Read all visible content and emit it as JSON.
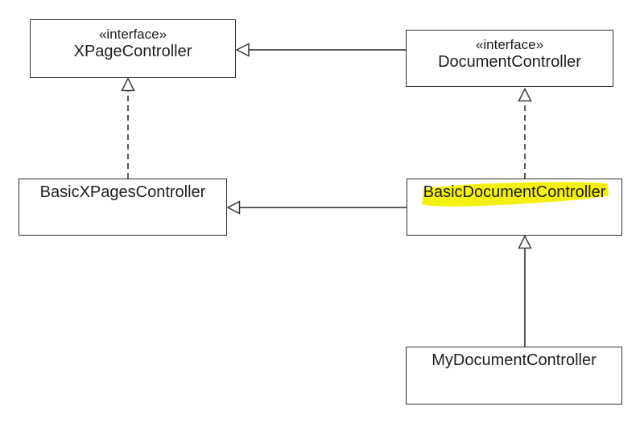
{
  "diagram": {
    "kind": "UML class diagram",
    "nodes": [
      {
        "id": "xpagecontroller",
        "stereotype": "«interface»",
        "name": "XPageController",
        "highlighted": false
      },
      {
        "id": "documentcontroller",
        "stereotype": "«interface»",
        "name": "DocumentController",
        "highlighted": false
      },
      {
        "id": "basicxpagescontroller",
        "stereotype": "",
        "name": "BasicXPagesController",
        "highlighted": false
      },
      {
        "id": "basicdocumentcontroller",
        "stereotype": "",
        "name": "BasicDocumentController",
        "highlighted": true
      },
      {
        "id": "mydocumentcontroller",
        "stereotype": "",
        "name": "MyDocumentController",
        "highlighted": false
      }
    ],
    "relationships": [
      {
        "from": "DocumentController",
        "to": "XPageController",
        "type": "generalization",
        "line": "solid",
        "arrowhead": "open-triangle"
      },
      {
        "from": "BasicXPagesController",
        "to": "XPageController",
        "type": "realization",
        "line": "dashed",
        "arrowhead": "open-triangle"
      },
      {
        "from": "BasicDocumentController",
        "to": "DocumentController",
        "type": "realization",
        "line": "dashed",
        "arrowhead": "open-triangle"
      },
      {
        "from": "BasicDocumentController",
        "to": "BasicXPagesController",
        "type": "generalization",
        "line": "solid",
        "arrowhead": "open-triangle"
      },
      {
        "from": "MyDocumentController",
        "to": "BasicDocumentController",
        "type": "generalization",
        "line": "solid",
        "arrowhead": "open-triangle"
      }
    ],
    "colors": {
      "background": "#ffffff",
      "box_fill": "#ffffff",
      "box_border": "#2f2f2f",
      "connector": "#454545",
      "text": "#1e1e1e",
      "highlight": "#f4f011"
    }
  }
}
